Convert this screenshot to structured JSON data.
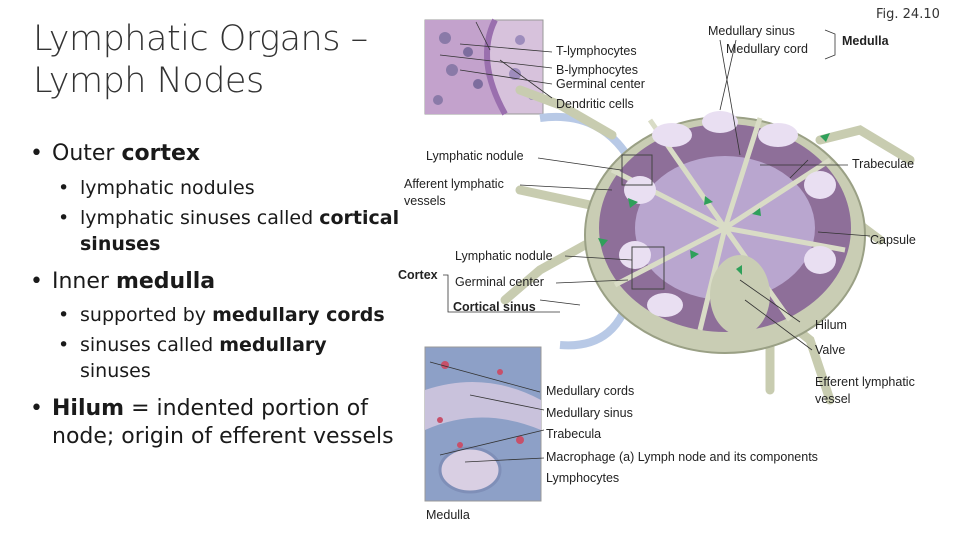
{
  "title": {
    "line1": "Lymphatic Organs –",
    "line2": "Lymph Nodes"
  },
  "bullets": {
    "cortex": {
      "pre": "Outer ",
      "bold": "cortex"
    },
    "cortex_sub1": "lymphatic nodules",
    "cortex_sub2": {
      "pre": "lymphatic sinuses called ",
      "bold1": "cortical",
      "bold2": "sinuses"
    },
    "medulla": {
      "pre": "Inner ",
      "bold": "medulla"
    },
    "medulla_sub1": {
      "pre": "supported by ",
      "bold": "medullary cords"
    },
    "medulla_sub2": {
      "pre": "sinuses called ",
      "bold1": "medullary",
      "bold2": "sinuses"
    },
    "hilum": {
      "bold": "Hilum",
      "rest1": " = indented portion of",
      "rest2": "node; origin of efferent vessels"
    }
  },
  "figure": {
    "fig_number": "Fig. 24.10",
    "labels": {
      "medullary_sinus_top": "Medullary sinus",
      "medullary_cord_top": "Medullary cord",
      "medulla_top": "Medulla",
      "t_lymphocytes": "T-lymphocytes",
      "b_lymphocytes": "B-lymphocytes",
      "germinal_center_top": "Germinal center",
      "dendritic_cells": "Dendritic cells",
      "lymphatic_nodule_top": "Lymphatic nodule",
      "trabeculae": "Trabeculae",
      "afferent_1": "Afferent lymphatic",
      "afferent_2": "vessels",
      "capsule": "Capsule",
      "lymphatic_nodule_mid": "Lymphatic nodule",
      "cortex": "Cortex",
      "germinal_center_mid": "Germinal center",
      "cortical_sinus": "Cortical sinus",
      "hilum": "Hilum",
      "valve": "Valve",
      "efferent_1": "Efferent lymphatic",
      "efferent_2": "vessel",
      "medullary_cords_bottom": "Medullary cords",
      "medullary_sinus_bottom": "Medullary sinus",
      "trabecula": "Trabecula",
      "macrophage_caption": "Macrophage (a) Lymph node and its components",
      "lymphocytes": "Lymphocytes",
      "medulla_bottom": "Medulla"
    }
  },
  "colors": {
    "capsule": "#c9cdb4",
    "cortex": "#8e6f99",
    "medulla": "#b9a6cf",
    "sinus": "#e9dff2",
    "arrow": "#2fa05a"
  }
}
